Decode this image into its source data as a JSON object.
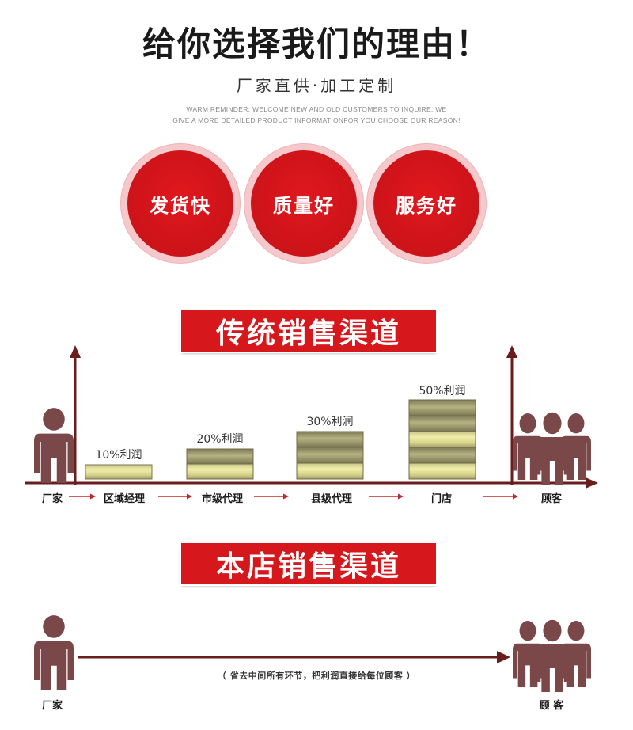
{
  "header": {
    "title": "给你选择我们的理由！",
    "subtitle": "厂家直供·加工定制",
    "reminder_line1": "WARM REMINDER: WELCOME NEW AND OLD CUSTOMERS TO INQUIRE, WE",
    "reminder_line2": "GIVE A MORE DETAILED PRODUCT INFORMATIONFOR YOU CHOOSE OUR REASON!"
  },
  "reasons": [
    {
      "label": "发货快"
    },
    {
      "label": "质量好"
    },
    {
      "label": "服务好"
    }
  ],
  "traditional": {
    "banner": "传统销售渠道",
    "stages": [
      {
        "label": "厂家"
      },
      {
        "label": "区域经理",
        "profit": "10%利润",
        "layers": 1
      },
      {
        "label": "市级代理",
        "profit": "20%利润",
        "layers": 2
      },
      {
        "label": "县级代理",
        "profit": "30%利润",
        "layers": 3
      },
      {
        "label": "门店",
        "profit": "50%利润",
        "layers": 5
      },
      {
        "label": "顾客"
      }
    ]
  },
  "ours": {
    "banner": "本店销售渠道",
    "start_label": "厂家",
    "end_label": "顾 客",
    "note": "（ 省去中间所有环节，把利润直接给每位顾客 ）"
  },
  "colors": {
    "accent_red": "#d6171c",
    "figure": "#7a4848",
    "arrow": "#6b1d1d",
    "coin_light": "#e9e69a",
    "coin_dark": "#8f8a5c"
  }
}
